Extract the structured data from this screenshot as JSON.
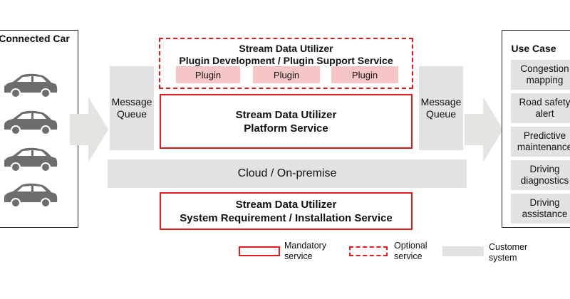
{
  "connected_car": {
    "title": "Connected Car",
    "car_icons": [
      "car-icon",
      "car-icon",
      "car-icon",
      "car-icon"
    ]
  },
  "message_queue_left": "Message\nQueue",
  "message_queue_right": "Message\nQueue",
  "optional_service": {
    "title_line1": "Stream Data Utilizer",
    "title_line2": "Plugin Development / Plugin Support Service",
    "plugins": [
      "Plugin",
      "Plugin",
      "Plugin"
    ]
  },
  "platform_service": {
    "line1": "Stream Data Utilizer",
    "line2": "Platform Service"
  },
  "cloud": "Cloud / On-premise",
  "system_service": {
    "line1": "Stream Data Utilizer",
    "line2": "System Requirement / Installation Service"
  },
  "use_case": {
    "title": "Use Case",
    "items": [
      "Congestion\nmapping",
      "Road safety\nalert",
      "Predictive\nmaintenance",
      "Driving\ndiagnostics",
      "Driving\nassistance"
    ]
  },
  "legend": {
    "mandatory": "Mandatory\nservice",
    "optional": "Optional\nservice",
    "customer": "Customer\nsystem"
  },
  "colors": {
    "accent_red": "#e21a1a",
    "plugin_fill": "#f6c6c6",
    "customer_gray": "#e2e2e2",
    "arrow_gray": "#e4e4e0",
    "car_gray": "#6d6d6d"
  }
}
